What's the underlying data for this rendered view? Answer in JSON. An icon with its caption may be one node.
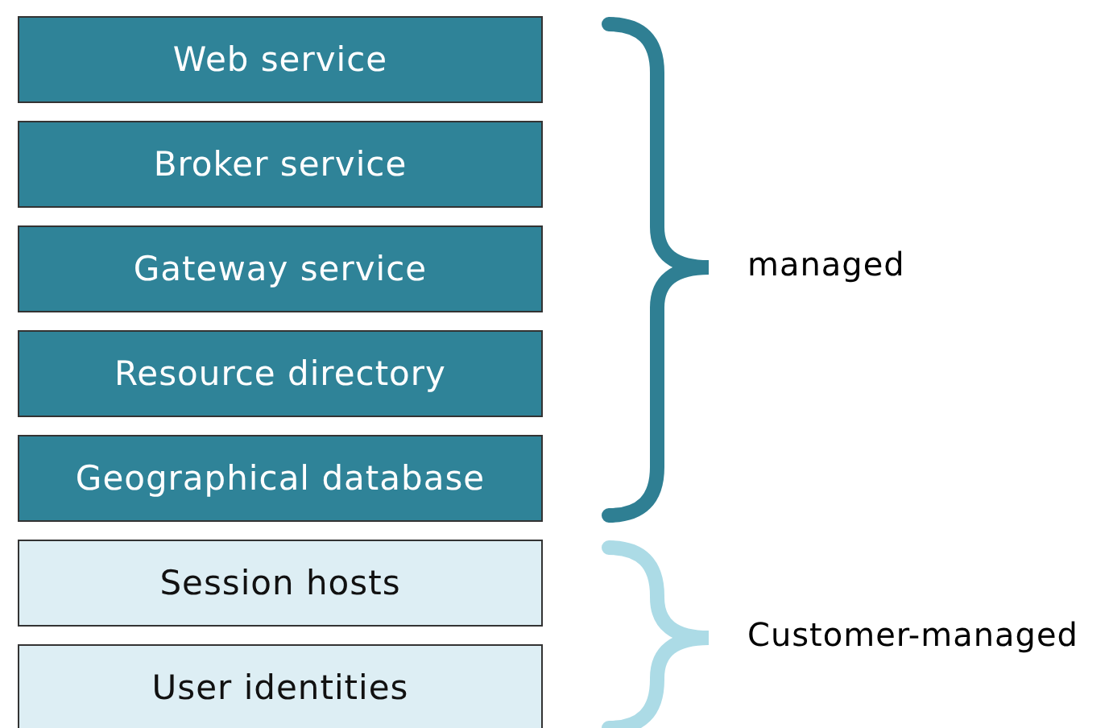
{
  "diagram": {
    "nodes": [
      {
        "text": [
          "Web service"
        ]
      },
      {
        "text": [
          "Broker service"
        ]
      },
      {
        "text": [
          "Gateway service"
        ]
      },
      {
        "text": [
          "Resource directory"
        ]
      },
      {
        "text": [
          "Geographical database"
        ]
      },
      {
        "text": [
          "Session hosts"
        ]
      },
      {
        "text": [
          "User identities"
        ]
      }
    ],
    "edges": [],
    "labels": [
      "managed",
      "Customer-managed"
    ]
  }
}
